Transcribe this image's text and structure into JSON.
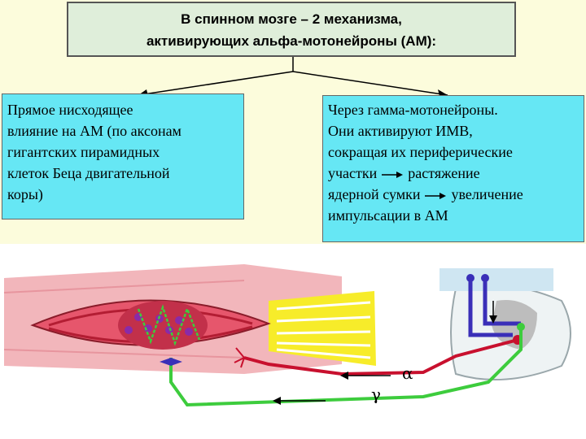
{
  "title": {
    "line1": "В спинном  мозге – 2 механизма,",
    "line2": "активирующих альфа-мотонейроны (АМ):"
  },
  "left_box": {
    "lines": [
      "Прямое нисходящее",
      "влияние на АМ (по аксонам",
      "гигантских пирамидных",
      "клеток Беца двигательной",
      "коры)"
    ]
  },
  "right_box": {
    "line1": "Через гамма-мотонейроны.",
    "line2": "Они активируют ИМВ,",
    "line3": "сокращая их периферические",
    "line4_a": "участки",
    "line4_b": "растяжение",
    "line5_a": "ядерной сумки",
    "line5_b": "увеличение",
    "line6": "импульсации в АМ"
  },
  "illustration": {
    "alpha_label": "α",
    "gamma_label": "γ",
    "colors": {
      "alpha_fiber": "#c8102e",
      "gamma_fiber": "#3dcc3d",
      "muscle": "#f2aeb4",
      "tendon": "#f7ec2a",
      "spinal_cord": "#dfe8ea",
      "motoneuron": "#3a2fb8"
    }
  }
}
